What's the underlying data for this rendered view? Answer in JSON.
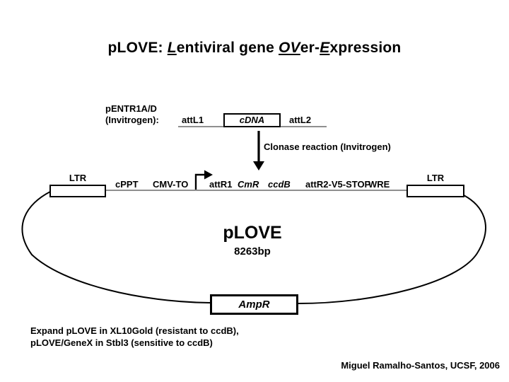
{
  "title": {
    "p1": "pLOVE: ",
    "p2": "L",
    "p3": "entiviral gene ",
    "p4": "OV",
    "p5": "er-",
    "p6": "E",
    "p7": "xpression"
  },
  "entry_vector": {
    "name_line1": "pENTR1A/D",
    "name_line2": "(Invitrogen):",
    "att_left": "attL1",
    "insert": "cDNA",
    "att_right": "attL2"
  },
  "reaction": {
    "label": "Clonase reaction (Invitrogen)"
  },
  "plasmid": {
    "name": "pLOVE",
    "size": "8263bp",
    "ltr_left": "LTR",
    "ltr_right": "LTR",
    "elements": [
      {
        "label": "cPPT"
      },
      {
        "label": "CMV-TO"
      },
      {
        "label": "attR1"
      },
      {
        "label": "CmR"
      },
      {
        "label": "ccdB"
      },
      {
        "label": "attR2-V5-STOP"
      },
      {
        "label": "WRE"
      }
    ],
    "backbone_marker": "AmpR"
  },
  "notes": {
    "line1": "Expand pLOVE in XL10Gold (resistant to ccdB),",
    "line2": "pLOVE/GeneX in Stbl3 (sensitive to ccdB)"
  },
  "credit": "Miguel Ramalho-Santos, UCSF, 2006",
  "colors": {
    "ink": "#000000",
    "map_line": "#8f8f8f",
    "background": "#ffffff"
  }
}
